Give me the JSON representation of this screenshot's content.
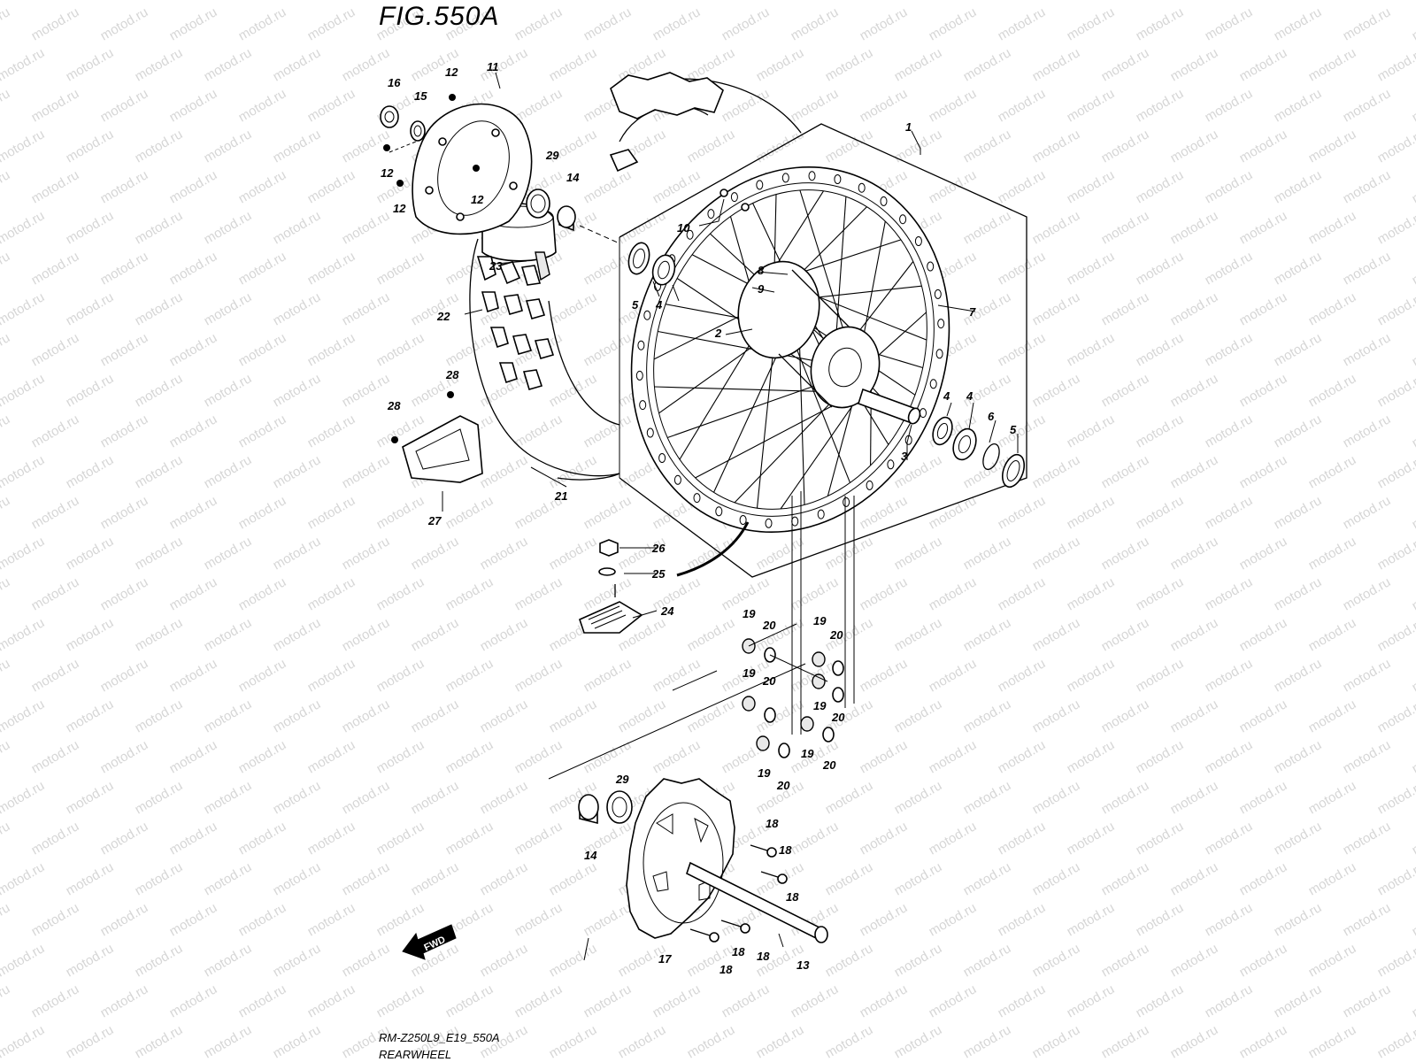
{
  "figure": {
    "title": "FIG.550A"
  },
  "footer": {
    "model_code": "RM-Z250L9_E19_550A",
    "caption": "REARWHEEL"
  },
  "watermark": {
    "text": "motod.ru"
  },
  "fwd_label": "FWD",
  "callouts": [
    {
      "id": "c1",
      "label": "1"
    },
    {
      "id": "c2",
      "label": "2"
    },
    {
      "id": "c3",
      "label": "3"
    },
    {
      "id": "c4a",
      "label": "4"
    },
    {
      "id": "c4b",
      "label": "4"
    },
    {
      "id": "c4c",
      "label": "4"
    },
    {
      "id": "c5a",
      "label": "5"
    },
    {
      "id": "c5b",
      "label": "5"
    },
    {
      "id": "c6",
      "label": "6"
    },
    {
      "id": "c7",
      "label": "7"
    },
    {
      "id": "c8",
      "label": "8"
    },
    {
      "id": "c9",
      "label": "9"
    },
    {
      "id": "c10",
      "label": "10"
    },
    {
      "id": "c11",
      "label": "11"
    },
    {
      "id": "c12a",
      "label": "12"
    },
    {
      "id": "c12b",
      "label": "12"
    },
    {
      "id": "c12c",
      "label": "12"
    },
    {
      "id": "c12d",
      "label": "12"
    },
    {
      "id": "c13",
      "label": "13"
    },
    {
      "id": "c14a",
      "label": "14"
    },
    {
      "id": "c14b",
      "label": "14"
    },
    {
      "id": "c15",
      "label": "15"
    },
    {
      "id": "c16",
      "label": "16"
    },
    {
      "id": "c17",
      "label": "17"
    },
    {
      "id": "c18a",
      "label": "18"
    },
    {
      "id": "c18b",
      "label": "18"
    },
    {
      "id": "c18c",
      "label": "18"
    },
    {
      "id": "c18d",
      "label": "18"
    },
    {
      "id": "c18e",
      "label": "18"
    },
    {
      "id": "c18f",
      "label": "18"
    },
    {
      "id": "c19a",
      "label": "19"
    },
    {
      "id": "c19b",
      "label": "19"
    },
    {
      "id": "c19c",
      "label": "19"
    },
    {
      "id": "c19d",
      "label": "19"
    },
    {
      "id": "c19e",
      "label": "19"
    },
    {
      "id": "c19f",
      "label": "19"
    },
    {
      "id": "c20a",
      "label": "20"
    },
    {
      "id": "c20b",
      "label": "20"
    },
    {
      "id": "c20c",
      "label": "20"
    },
    {
      "id": "c20d",
      "label": "20"
    },
    {
      "id": "c20e",
      "label": "20"
    },
    {
      "id": "c20f",
      "label": "20"
    },
    {
      "id": "c21",
      "label": "21"
    },
    {
      "id": "c22",
      "label": "22"
    },
    {
      "id": "c23",
      "label": "23"
    },
    {
      "id": "c24",
      "label": "24"
    },
    {
      "id": "c25",
      "label": "25"
    },
    {
      "id": "c26",
      "label": "26"
    },
    {
      "id": "c27",
      "label": "27"
    },
    {
      "id": "c28a",
      "label": "28"
    },
    {
      "id": "c28b",
      "label": "28"
    },
    {
      "id": "c29a",
      "label": "29"
    },
    {
      "id": "c29b",
      "label": "29"
    }
  ]
}
